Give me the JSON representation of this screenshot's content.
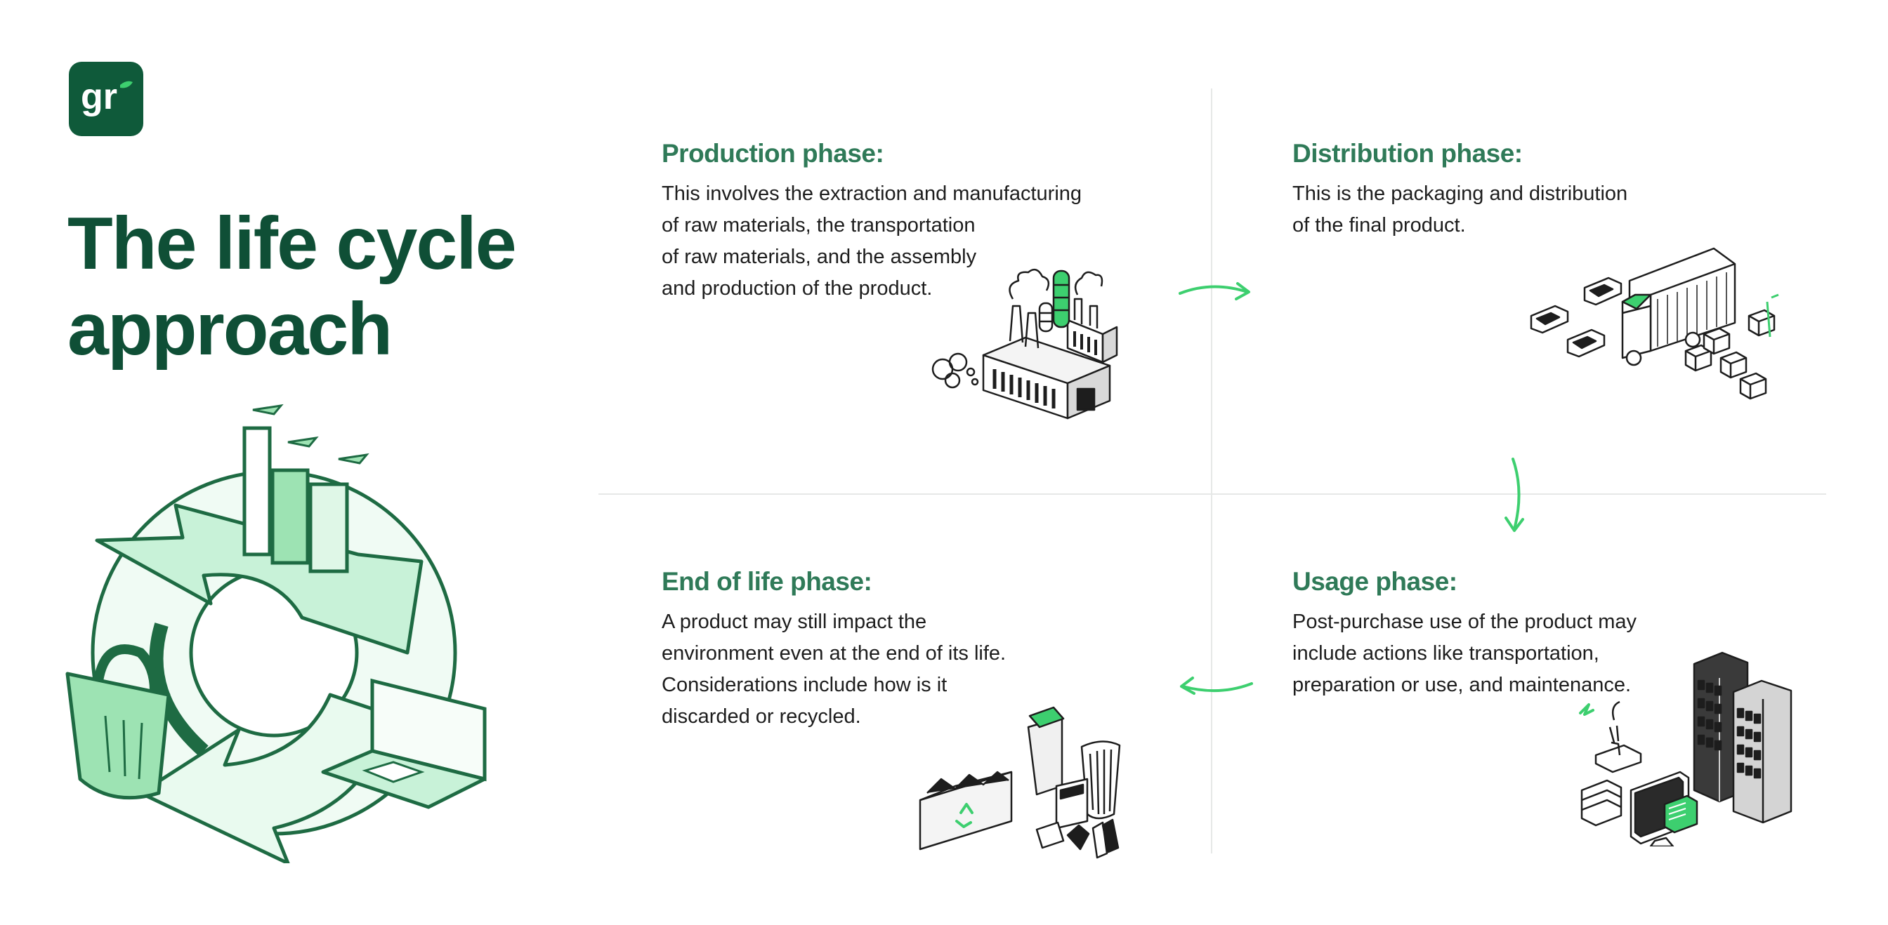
{
  "logo": {
    "text": "gr"
  },
  "title": {
    "line1": "The life cycle",
    "line2": "approach"
  },
  "phases": {
    "production": {
      "title": "Production phase:",
      "body": "This involves the extraction and manufacturing\nof raw materials, the transportation\nof raw materials, and the assembly\nand production of the product."
    },
    "distribution": {
      "title": "Distribution phase:",
      "body": "This is the packaging and distribution\nof the final product."
    },
    "end_of_life": {
      "title": "End of life phase:",
      "body": "A product may still impact the\nenvironment even at the end of its life.\nConsiderations include how is it\ndiscarded or recycled."
    },
    "usage": {
      "title": "Usage phase:",
      "body": "Post-purchase use of the product may\ninclude actions like transportation,\npreparation or use, and maintenance."
    }
  },
  "colors": {
    "brand_dark": "#0f5a3a",
    "heading_green": "#2f7a58",
    "accent_green": "#3dcf6f",
    "light_green": "#c8f2d8"
  },
  "icons": [
    "recycle-cycle-icon",
    "factory-icon",
    "delivery-truck-icon",
    "office-building-icon",
    "recycling-bin-icon"
  ]
}
